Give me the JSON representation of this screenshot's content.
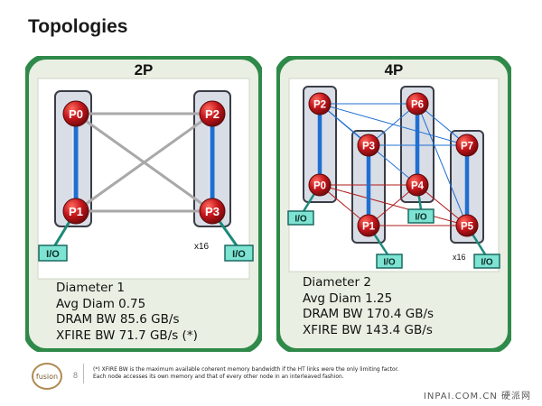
{
  "slide": {
    "title": "Topologies"
  },
  "panels": {
    "p2": {
      "title": "2P",
      "nodes": {
        "P0": "P0",
        "P1": "P1",
        "P2": "P2",
        "P3": "P3"
      },
      "io": [
        "I/O",
        "I/O"
      ],
      "link_width": "x16",
      "stats": [
        "Diameter   1",
        "Avg Diam   0.75",
        "DRAM  BW 85.6 GB/s",
        "XFIRE BW 71.7 GB/s (*)"
      ]
    },
    "p4": {
      "title": "4P",
      "nodes": {
        "P0": "P0",
        "P1": "P1",
        "P2": "P2",
        "P3": "P3",
        "P4": "P4",
        "P5": "P5",
        "P6": "P6",
        "P7": "P7"
      },
      "io": [
        "I/O",
        "I/O",
        "I/O",
        "I/O"
      ],
      "link_width": "x16",
      "stats": [
        "Diameter   2",
        "Avg Diam   1.25",
        "DRAM  BW 170.4 GB/s",
        "XFIRE BW 143.4 GB/s"
      ]
    }
  },
  "footer": {
    "logo_text": "fusion",
    "page_number": "8",
    "footnote_line1": "(*) XFIRE BW is the maximum available coherent memory bandwidth if the HT links were the only limiting factor.",
    "footnote_line2": "Each node accesses its own memory and that of every other node in an interleaved fashion.",
    "watermark": "INPAI.COM.CN 硬派网"
  },
  "colors": {
    "panel_border": "#2f8a4a",
    "panel_fill": "#e9efe2",
    "node_red": "#c4161c",
    "link_blue": "#1f6fd1",
    "io_fill": "#7de3d2",
    "io_link": "#1b8a7a"
  }
}
